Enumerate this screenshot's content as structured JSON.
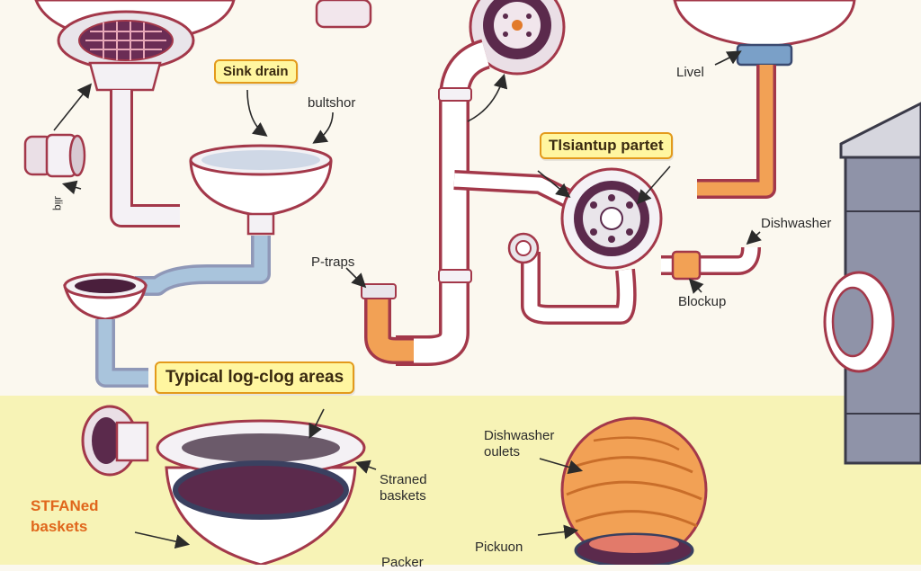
{
  "labels": {
    "sink_drain": "Sink drain",
    "bultshor": "bultshor",
    "live": "Livel",
    "tisiantup": "Tlsiantup partet",
    "p_traps": "P-traps",
    "dishwasher": "Dishwasher",
    "blockup": "Blockup",
    "clog_areas": "Typical log-clog areas",
    "dishwasher_outlets": "Dishwasher\noulets",
    "strained_baskets": "Straned\nbaskets",
    "stfaned_baskets": "STFANed\nbaskets",
    "pickuon": "Pickuon",
    "packer": "Packer",
    "side_scribble": "ɹliq"
  },
  "colors": {
    "background": "#fbf8ef",
    "band": "#f7f3b6",
    "accent_orange": "#e0661c",
    "tag_fill": "#fff6a0",
    "tag_border": "#e39a1b",
    "outline": "#a3384a",
    "pipe_white": "#ffffff",
    "pipe_blue": "#a9c4dc",
    "pipe_orange": "#f2a155",
    "pipe_purple": "#5b2a4c"
  }
}
